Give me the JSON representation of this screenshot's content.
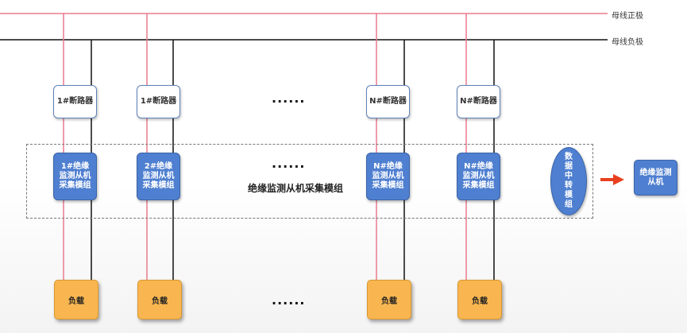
{
  "bus": {
    "positive_label": "母线正极",
    "negative_label": "母线负极",
    "positive_color": "#e87b8e",
    "negative_color": "#111111"
  },
  "branches": [
    {
      "breaker": "1#断路器",
      "module": "1#绝缘监测从机采集模组",
      "load": "负载"
    },
    {
      "breaker": "1#断路器",
      "module": "2#绝缘监测从机采集模组",
      "load": "负载"
    },
    {
      "breaker": "N#断路器",
      "module": "N#绝缘监测从机采集模组",
      "load": "负载"
    },
    {
      "breaker": "N#断路器",
      "module": "N#绝缘监测从机采集模组",
      "load": "负载"
    }
  ],
  "ellipsis": "......",
  "group_label": "绝缘监测从机采集模组",
  "relay": "数据中转模组",
  "slave": "绝缘监测从机",
  "colors": {
    "module": "#4f7fd0",
    "load": "#f9b650",
    "arrow": "#e8401f"
  }
}
